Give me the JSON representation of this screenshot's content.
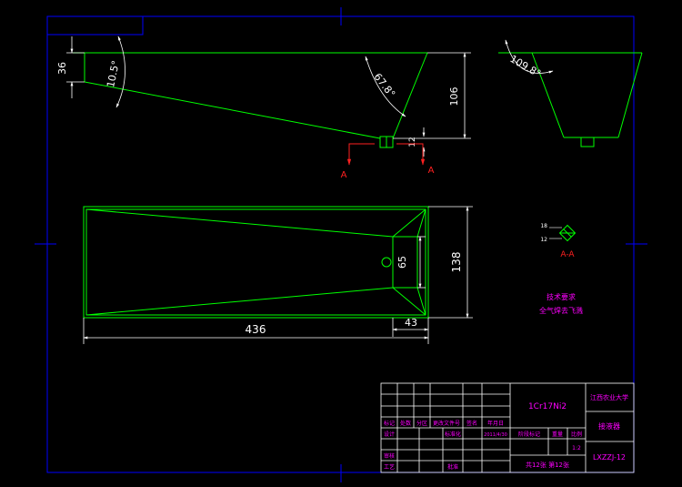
{
  "colors": {
    "background": "#000000",
    "frame": "#0000ff",
    "part_outline": "#00ff00",
    "dimension": "#ffffff",
    "section_marker": "#ff2020",
    "title_text": "#ff00ff",
    "title_grid": "#ffffff"
  },
  "front_view": {
    "dim_height_left": "36",
    "dim_angle_left": "10.5°",
    "dim_angle_right": "67.8°",
    "dim_height_right": "106",
    "dim_outlet": "12",
    "section_label_left": "A",
    "section_label_right": "A"
  },
  "side_view": {
    "dim_angle": "109.8°"
  },
  "top_view": {
    "dim_length": "436",
    "dim_width": "138",
    "dim_inner": "65",
    "dim_end": "43"
  },
  "section_detail": {
    "dim_a": "18",
    "dim_b": "12",
    "label": "A-A"
  },
  "notes": {
    "line1": "技术要求",
    "line2": "全气焊去飞溅"
  },
  "title_block": {
    "material": "1Cr17Ni2",
    "school": "江西农业大学",
    "part_name": "接液器",
    "drawing_no": "LXZZJ-12",
    "hdr_mark": "标记",
    "hdr_count": "处数",
    "hdr_zone": "分区",
    "hdr_change_doc": "更改文件号",
    "hdr_sign": "签名",
    "hdr_date": "年月日",
    "design": "设计",
    "standardize": "标准化",
    "date_value": "2011/4/30",
    "stage_mark": "阶段标记",
    "weight": "重量",
    "scale": "比例",
    "scale_value": "1:2",
    "review": "审核",
    "process": "工艺",
    "approve": "批准",
    "sheet_info": "共12张 第12张"
  }
}
